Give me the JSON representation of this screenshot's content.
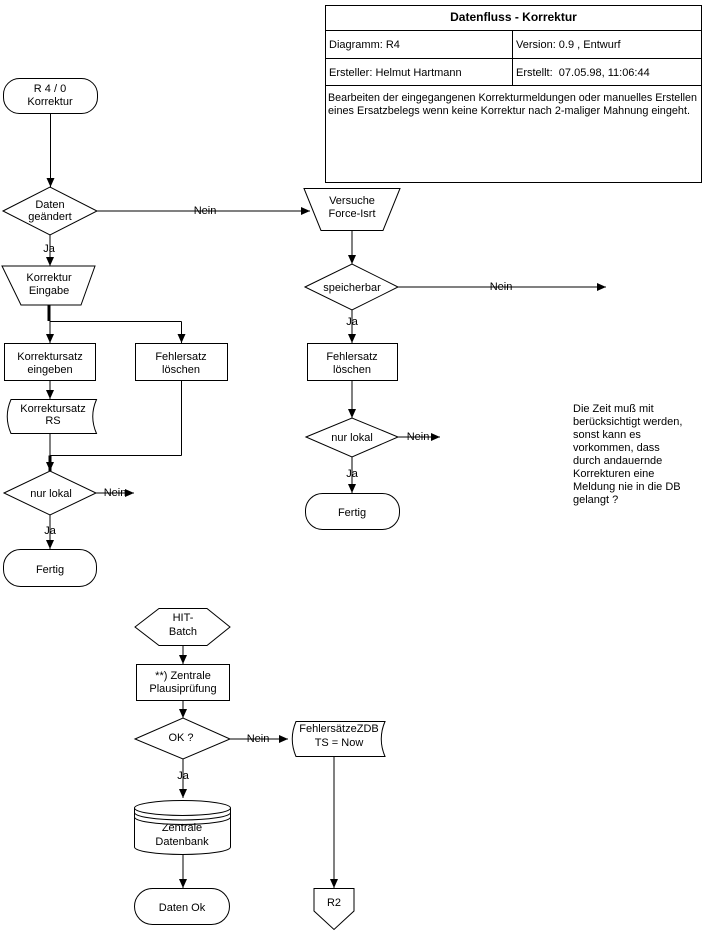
{
  "titleBlock": {
    "title": "Datenfluss - Korrektur",
    "diagramm": "Diagramm: R4",
    "version": "Version: 0.9 , Entwurf",
    "ersteller": "Ersteller: Helmut Hartmann",
    "erstellt": "Erstellt:  07.05.98, 11:06:44",
    "beschreibung1": "Bearbeiten der eingegangenen Korrekturmeldungen oder manuelles Erstellen",
    "beschreibung2": "eines Ersatzbelegs wenn keine Korrektur nach 2-maliger Mahnung eingeht."
  },
  "labels": {
    "ja": "Ja",
    "nein": "Nein"
  },
  "nodes": {
    "start": {
      "l1": "R 4 / 0",
      "l2": "Korrektur"
    },
    "datenGeaendert": {
      "l1": "Daten",
      "l2": "geändert"
    },
    "korrekturEingabe": {
      "l1": "Korrektur",
      "l2": "Eingabe"
    },
    "korrektursatzEingeben": {
      "l1": "Korrektursatz",
      "l2": "eingeben"
    },
    "fehlersatzLoeschenLinks": {
      "l1": "Fehlersatz",
      "l2": "löschen"
    },
    "korrektursatzRs": {
      "l1": "Korrektursatz",
      "l2": "RS"
    },
    "nurLokalLinks": {
      "l1": "nur lokal"
    },
    "fertigLinks": {
      "l1": "Fertig"
    },
    "versucheForceIsrt": {
      "l1": "Versuche",
      "l2": "Force-Isrt"
    },
    "speicherbar": {
      "l1": "speicherbar"
    },
    "fehlersatzLoeschenRechts": {
      "l1": "Fehlersatz",
      "l2": "löschen"
    },
    "nurLokalRechts": {
      "l1": "nur lokal"
    },
    "fertigRechts": {
      "l1": "Fertig"
    },
    "hitBatch": {
      "l1": "HIT-",
      "l2": "Batch"
    },
    "zentralePlausipruefung": {
      "l1": "**) Zentrale",
      "l2": "Plausiprüfung"
    },
    "okFrage": {
      "l1": "OK ?"
    },
    "fehlersaetzeZdb": {
      "l1": "FehlersätzeZDB",
      "l2": "TS = Now"
    },
    "zentraleDatenbank": {
      "l1": "Zentrale",
      "l2": "Datenbank"
    },
    "datenOk": {
      "l1": "Daten Ok"
    },
    "r2": {
      "l1": "R2"
    }
  },
  "annotation": {
    "lines": [
      "Die Zeit muß mit",
      "berücksichtigt werden,",
      "sonst kann es",
      "vorkommen, dass",
      "durch andauernde",
      "Korrekturen eine",
      "Meldung nie in die DB",
      "gelangt ?"
    ]
  },
  "colors": {
    "stroke": "#000000",
    "background": "#ffffff"
  }
}
